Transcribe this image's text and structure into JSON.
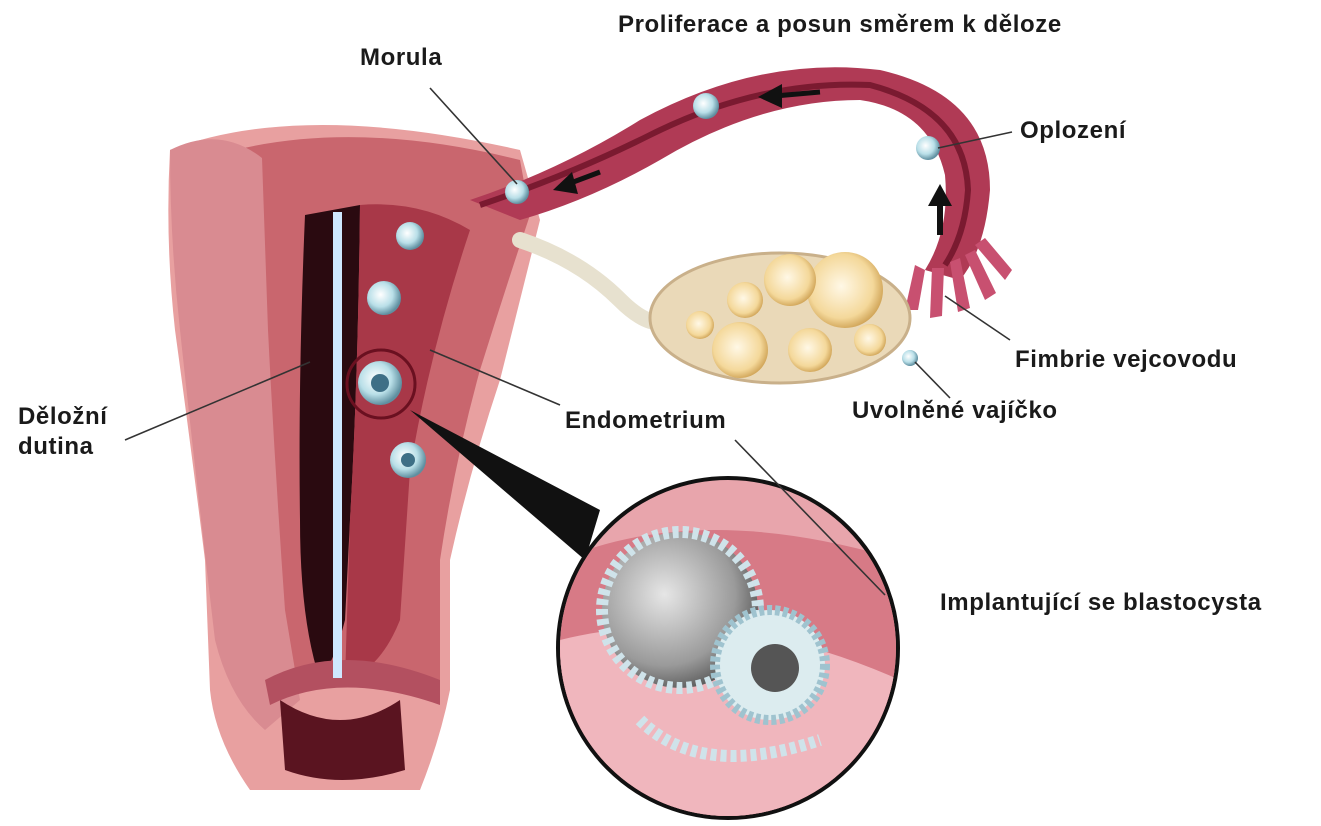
{
  "labels": {
    "proliferace": "Proliferace a posun směrem k děloze",
    "morula": "Morula",
    "oplozeni": "Oplození",
    "fimbrie": "Fimbrie vejcovodu",
    "uvolnene": "Uvolněné vajíčko",
    "endometrium": "Endometrium",
    "delozni_line1": "Děložní",
    "delozni_line2": "dutina",
    "implantujici": "Implantující se blastocysta"
  },
  "colors": {
    "uterus_outer": "#e8a0a0",
    "uterus_wall": "#c9666e",
    "uterus_inner": "#8e2a3a",
    "cavity_dark": "#2a0a10",
    "ovary": "#ead9b8",
    "cell": "#b9dfe8",
    "cell_core": "#3e6f86",
    "leader_line": "#333333",
    "cavity_marker": "#cfe8ff"
  }
}
